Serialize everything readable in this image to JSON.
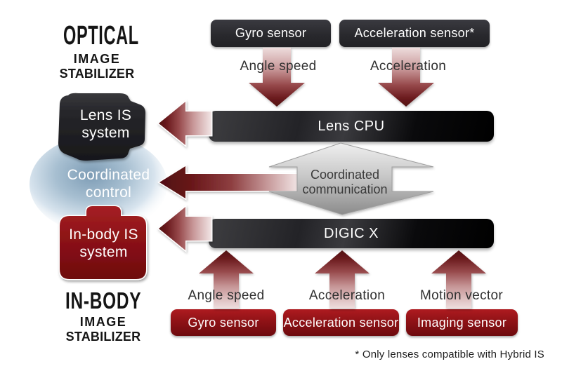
{
  "title_blocks": {
    "optical": {
      "line1": "OPTICAL",
      "line2": "IMAGE",
      "line3": "STABILIZER"
    },
    "in_body": {
      "line1": "IN-BODY",
      "line2": "IMAGE",
      "line3": "STABILIZER"
    }
  },
  "top_row": {
    "sensors": [
      {
        "label": "Gyro sensor"
      },
      {
        "label": "Acceleration sensor*"
      }
    ],
    "signals": [
      {
        "label": "Angle speed"
      },
      {
        "label": "Acceleration"
      }
    ]
  },
  "processors": {
    "lens_cpu": "Lens CPU",
    "digic": "DIGIC X"
  },
  "left_column": {
    "lens_is": {
      "line1": "Lens IS",
      "line2": "system"
    },
    "coordinated_control": {
      "line1": "Coordinated",
      "line2": "control"
    },
    "in_body_is": {
      "line1": "In-body IS",
      "line2": "system"
    }
  },
  "communication": {
    "line1": "Coordinated",
    "line2": "communication"
  },
  "bottom_row": {
    "signals": [
      {
        "label": "Angle speed"
      },
      {
        "label": "Acceleration"
      },
      {
        "label": "Motion vector"
      }
    ],
    "sensors": [
      {
        "label": "Gyro sensor"
      },
      {
        "label": "Acceleration sensor"
      },
      {
        "label": "Imaging sensor"
      }
    ]
  },
  "footnote": "* Only lenses compatible with Hybrid IS",
  "colors": {
    "sensor_dark": "#2b2b2f",
    "processor_bar": "#1a1a1d",
    "accent_red": "#8f1216",
    "arrow_dark_red": "#521012",
    "halo_blue": "#7d9cb5",
    "comm_gray": "#bdbdbd"
  }
}
